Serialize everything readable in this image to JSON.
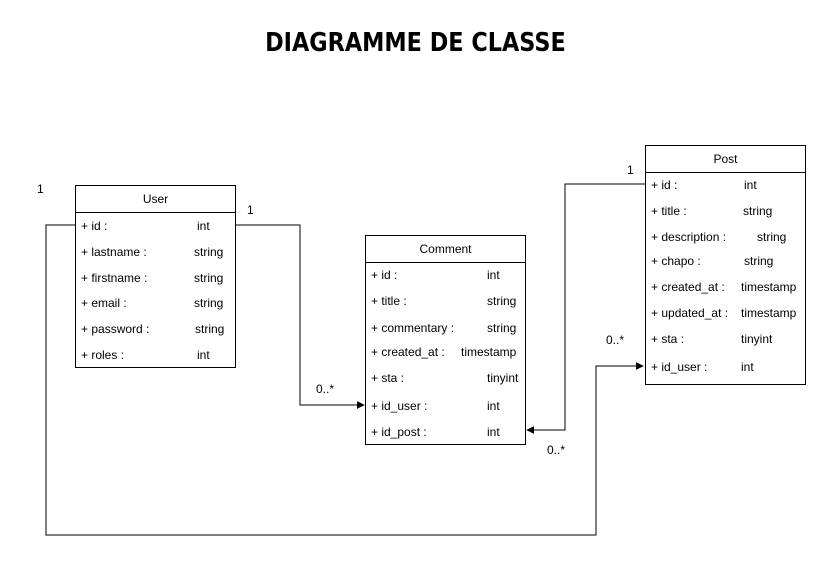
{
  "title": "DIAGRAMME DE CLASSE",
  "classes": {
    "user": {
      "name": "User",
      "attributes": [
        {
          "name": "+ id :",
          "type": "int"
        },
        {
          "name": "+ lastname :",
          "type": "string"
        },
        {
          "name": "+ firstname :",
          "type": "string"
        },
        {
          "name": "+ email :",
          "type": "string"
        },
        {
          "name": "+ password :",
          "type": "string"
        },
        {
          "name": "+ roles :",
          "type": "int"
        }
      ]
    },
    "comment": {
      "name": "Comment",
      "attributes": [
        {
          "name": "+ id :",
          "type": "int"
        },
        {
          "name": "+ title :",
          "type": "string"
        },
        {
          "name": "+ commentary :",
          "type": "string"
        },
        {
          "name": "+ created_at :",
          "type": "timestamp"
        },
        {
          "name": "+ sta :",
          "type": "tinyint"
        },
        {
          "name": "+ id_user :",
          "type": "int"
        },
        {
          "name": "+ id_post :",
          "type": "int"
        }
      ]
    },
    "post": {
      "name": "Post",
      "attributes": [
        {
          "name": "+ id :",
          "type": "int"
        },
        {
          "name": "+ title :",
          "type": "string"
        },
        {
          "name": "+ description :",
          "type": "string"
        },
        {
          "name": "+ chapo :",
          "type": "string"
        },
        {
          "name": "+ created_at :",
          "type": "timestamp"
        },
        {
          "name": "+ updated_at :",
          "type": "timestamp"
        },
        {
          "name": "+ sta :",
          "type": "tinyint"
        },
        {
          "name": "+ id_user :",
          "type": "int"
        }
      ]
    }
  },
  "multiplicities": {
    "user_post_one": "1",
    "user_comment_one": "1",
    "user_comment_many": "0..*",
    "post_comment_one": "1",
    "post_comment_many": "0..*",
    "user_post_many": "0..*"
  }
}
